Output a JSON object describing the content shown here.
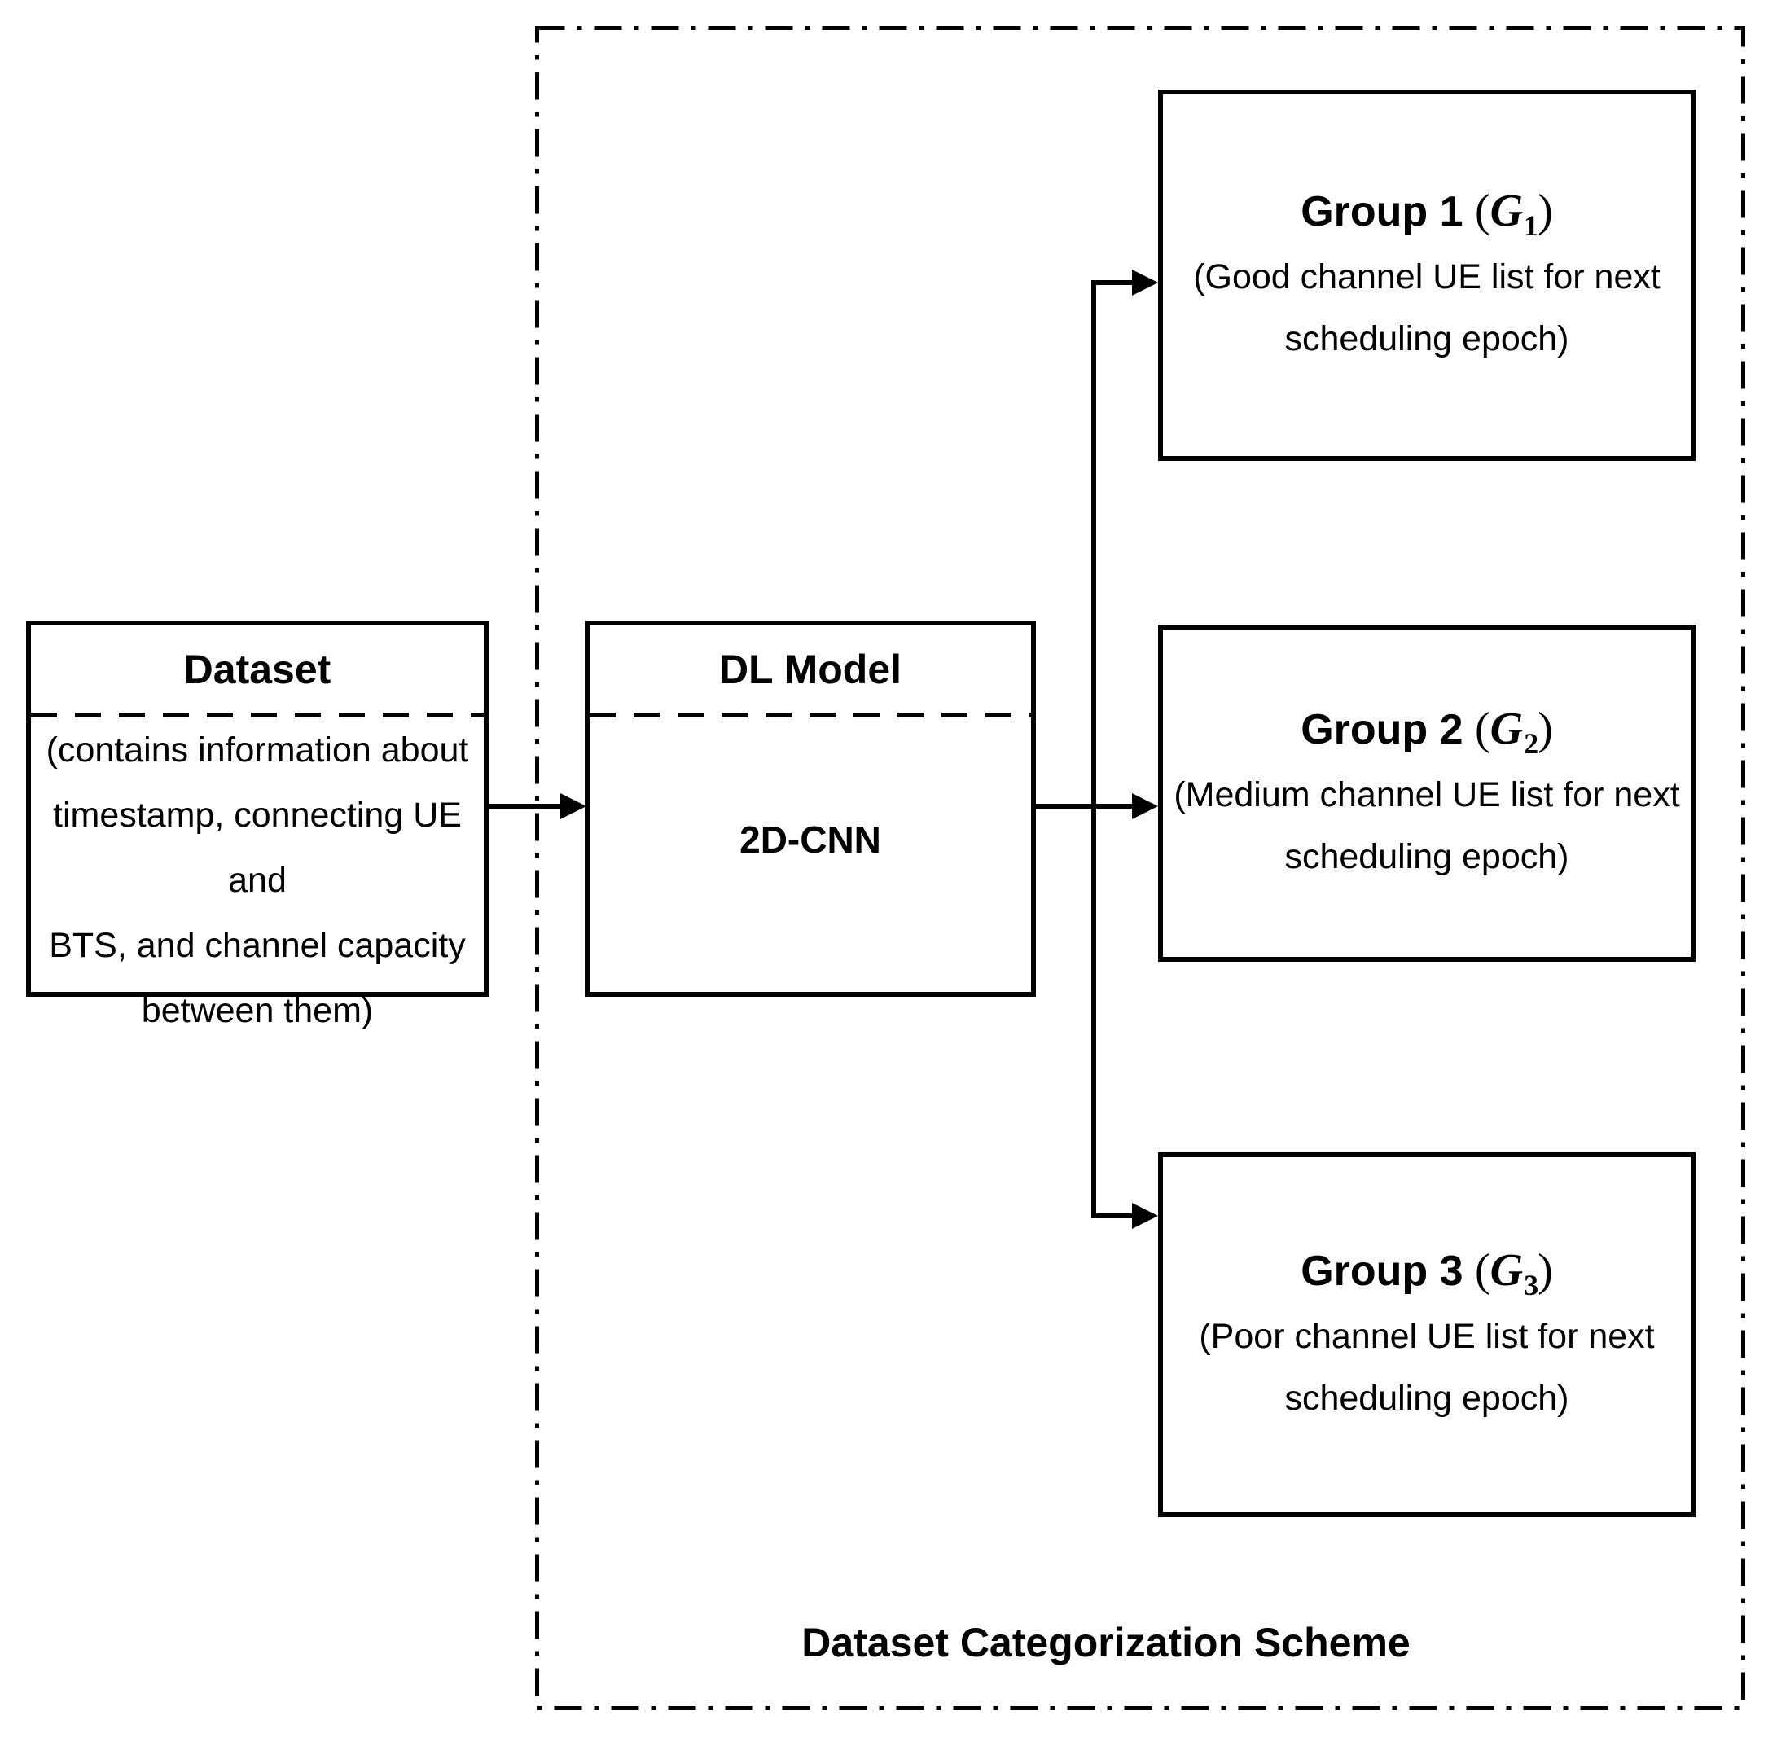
{
  "canvas": {
    "background": "#ffffff",
    "line_color": "#000000"
  },
  "dataset_box": {
    "title": "Dataset",
    "lines": [
      "(contains information about",
      "timestamp, connecting UE and",
      "BTS, and channel capacity",
      "between them)"
    ]
  },
  "dl_model_box": {
    "title": "DL Model",
    "body": "2D-CNN"
  },
  "groups": [
    {
      "label": "Group 1",
      "paren_open": "(",
      "symbol": "G",
      "sub": "1",
      "paren_close": ")",
      "desc1": "(Good channel UE list for next",
      "desc2": "scheduling epoch)"
    },
    {
      "label": "Group 2",
      "paren_open": "(",
      "symbol": "G",
      "sub": "2",
      "paren_close": ")",
      "desc1": "(Medium channel UE list for next",
      "desc2": "scheduling epoch)"
    },
    {
      "label": "Group 3",
      "paren_open": "(",
      "symbol": "G",
      "sub": "3",
      "paren_close": ")",
      "desc1": "(Poor channel UE list for next",
      "desc2": "scheduling epoch)"
    }
  ],
  "scheme_label": "Dataset Categorization Scheme"
}
